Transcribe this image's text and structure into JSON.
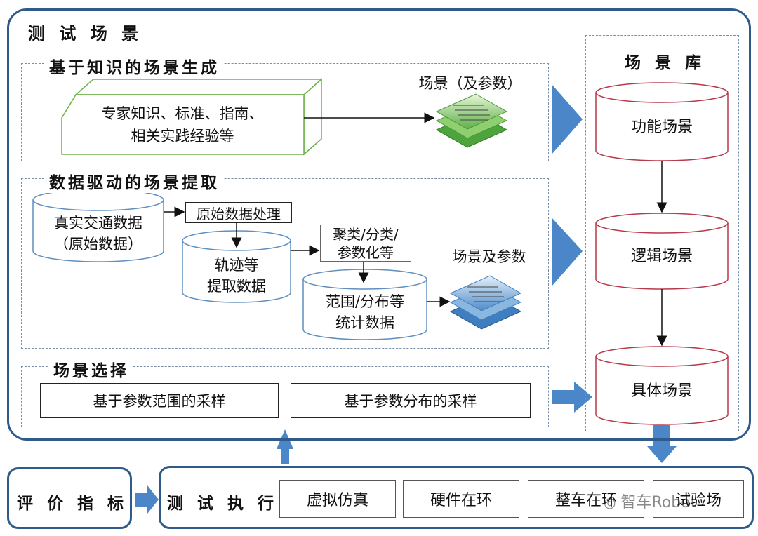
{
  "test_scene": {
    "title": "测 试 场 景"
  },
  "knowledge": {
    "title": "基于知识的场景生成",
    "source_line1": "专家知识、标准、指南、",
    "source_line2": "相关实践经验等",
    "output_label": "场景（及参数）"
  },
  "data_driven": {
    "title": "数据驱动的场景提取",
    "raw_line1": "真实交通数据",
    "raw_line2": "（原始数据）",
    "processing": "原始数据处理",
    "traj_line1": "轨迹等",
    "traj_line2": "提取数据",
    "cluster_line1": "聚类/分类/",
    "cluster_line2": "参数化等",
    "stats_line1": "范围/分布等",
    "stats_line2": "统计数据",
    "output_label": "场景及参数"
  },
  "selection": {
    "title": "场景选择",
    "range_sampling": "基于参数范围的采样",
    "dist_sampling": "基于参数分布的采样"
  },
  "library": {
    "title": "场 景 库",
    "functional": "功能场景",
    "logical": "逻辑场景",
    "concrete": "具体场景"
  },
  "evaluation": {
    "label": "评 价 指 标"
  },
  "execution": {
    "label": "测 试 执 行",
    "items": [
      "虚拟仿真",
      "硬件在环",
      "整车在环",
      "试验场"
    ]
  },
  "watermark": {
    "text": "智车Robot"
  },
  "colors": {
    "frame": "#2f5b8a",
    "arrow_fill": "#4a86c8",
    "db_red": "#b8394a",
    "db_blue": "#5f8fbf",
    "green_edge": "#6cb04a"
  }
}
